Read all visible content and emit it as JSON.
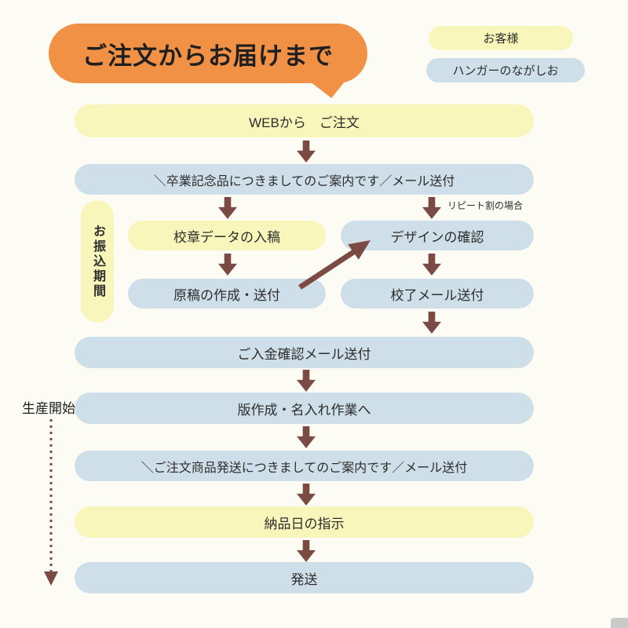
{
  "colors": {
    "background": "#fcfcf5",
    "bubble_orange": "#f19145",
    "pill_yellow": "#f8f6ba",
    "pill_blue": "#cfdfe9",
    "arrow_maroon": "#7b4a43"
  },
  "title": "ご注文からお届けまで",
  "legend": {
    "customer": "お客様",
    "company": "ハンガーのながしお"
  },
  "flow": {
    "web_order": "WEBから　ご注文",
    "intro_mail": "＼卒業記念品につきましてのご案内です／メール送付",
    "repeat_note": "リピート割の場合",
    "emblem_data": "校章データの入稿",
    "design_check": "デザインの確認",
    "draft_create": "原稿の作成・送付",
    "proof_mail": "校了メール送付",
    "transfer_period": "お振込期間",
    "payment_confirm_mail": "ご入金確認メール送付",
    "plate_naming": "版作成・名入れ作業へ",
    "production_start": "生産開始",
    "ship_notice_mail": "＼ご注文商品発送につきましてのご案内です／メール送付",
    "delivery_date": "納品日の指示",
    "shipping": "発送"
  }
}
